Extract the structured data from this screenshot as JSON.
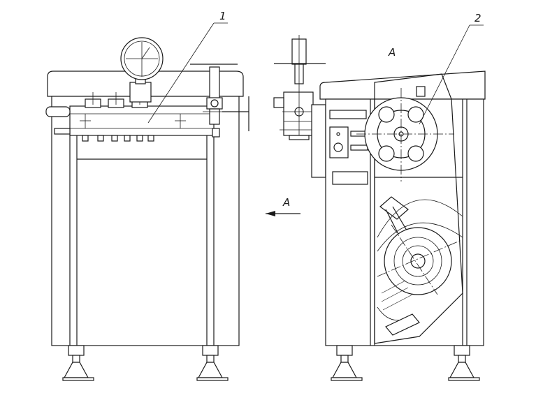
{
  "labels": {
    "callout_1": "1",
    "callout_2": "2",
    "view_arrow": "A",
    "view_name": "A"
  }
}
